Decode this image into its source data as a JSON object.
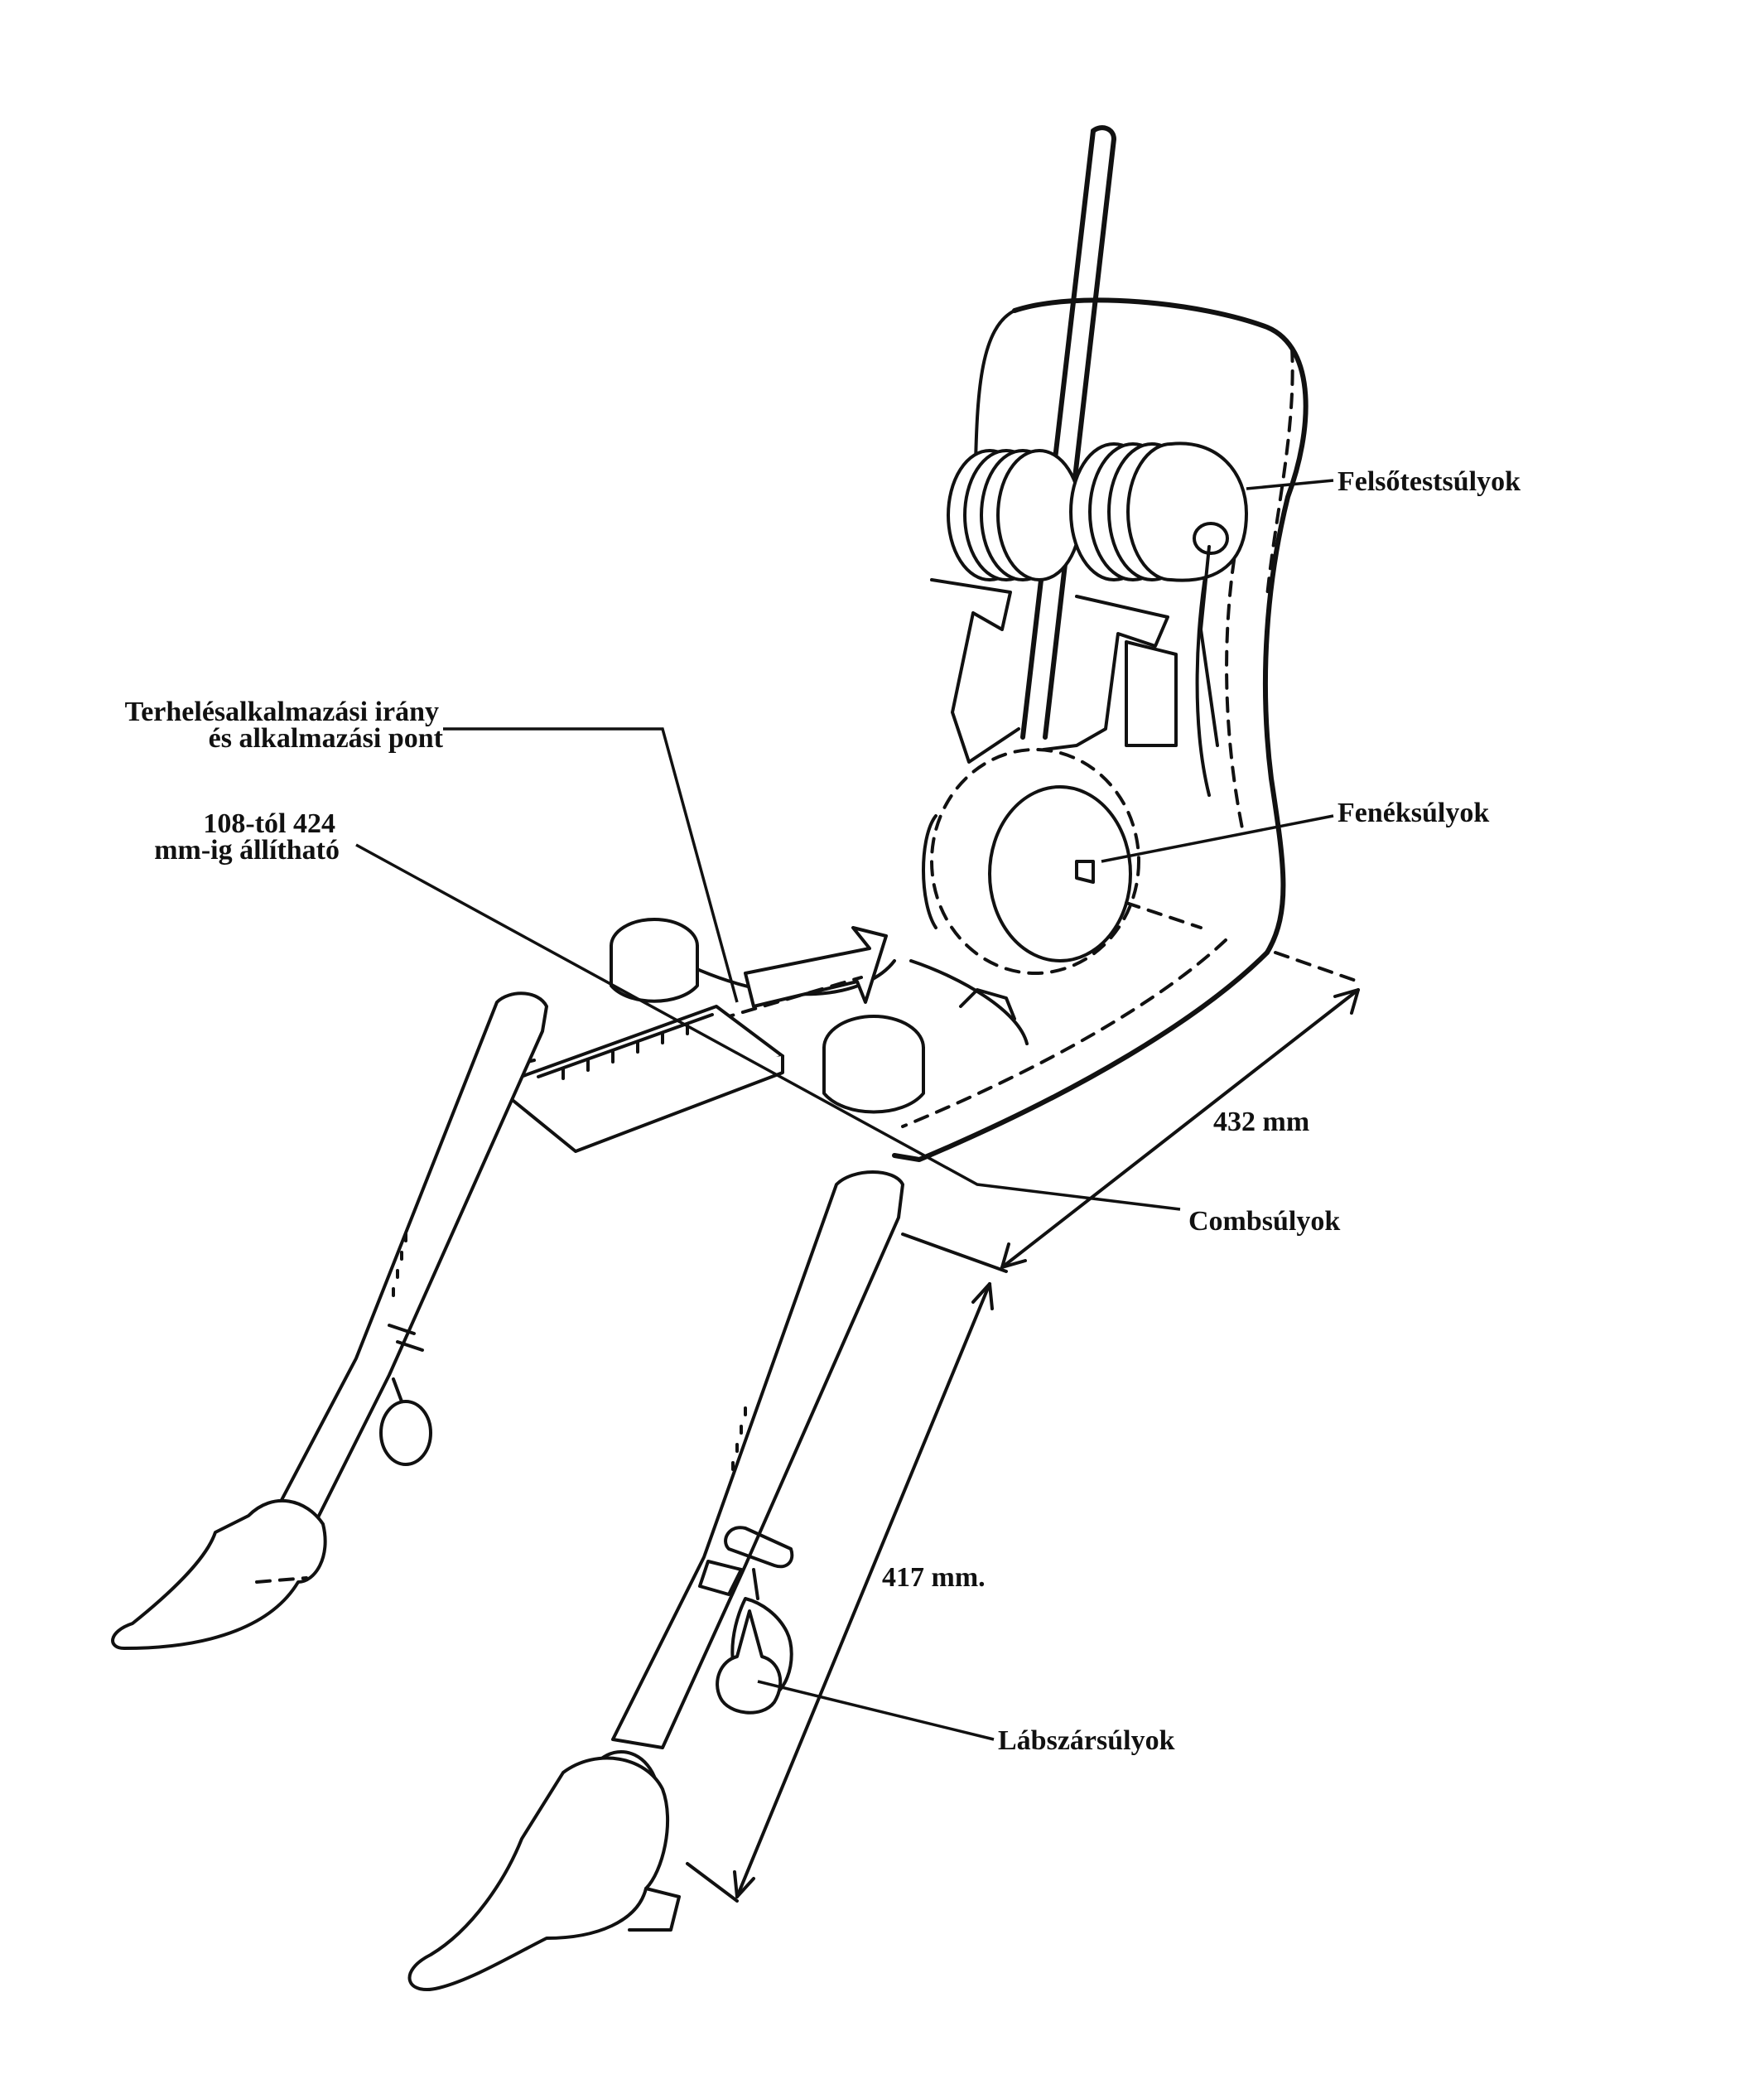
{
  "labels": {
    "upper_torso": "Felsőtestsúlyok",
    "load_dir_line1": "Terhelésalkalmazási irány",
    "load_dir_line2": "és alkalmazási pont",
    "adjust_line1": "108-tól 424",
    "adjust_line2": "mm-ig állítható",
    "buttock": "Fenéksúlyok",
    "thigh": "Combsúlyok",
    "leg": "Lábszársúlyok"
  },
  "dimensions": {
    "seat_length": "432 mm",
    "leg_length": "417 mm."
  }
}
